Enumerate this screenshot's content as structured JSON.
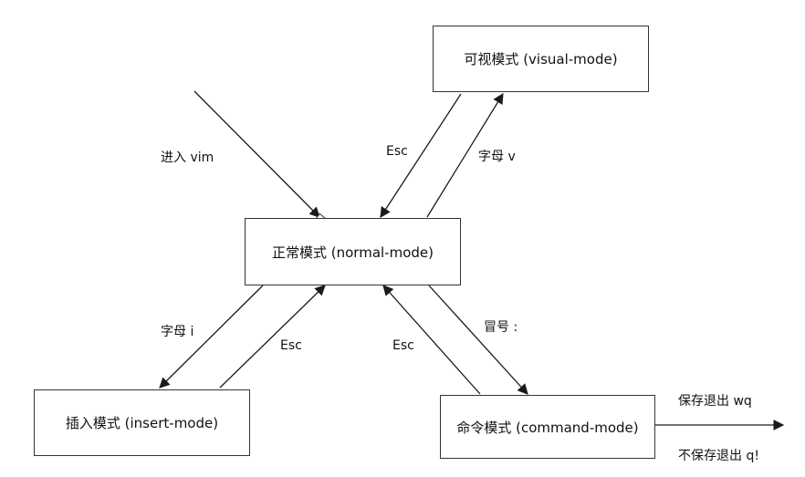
{
  "nodes": {
    "visual": "可视模式 (visual-mode)",
    "normal": "正常模式 (normal-mode)",
    "insert": "插入模式 (insert-mode)",
    "command": "命令模式 (command-mode)"
  },
  "edge_labels": {
    "enter_vim": "进入 vim",
    "visual_to_normal": "Esc",
    "normal_to_visual": "字母 v",
    "normal_to_insert": "字母 i",
    "insert_to_normal": "Esc",
    "command_to_normal": "Esc",
    "normal_to_command": "冒号 :",
    "save_quit": "保存退出 wq",
    "quit_no_save": "不保存退出 q!"
  },
  "colors": {
    "line": "#1a1a1a",
    "box_border": "#333333",
    "text": "#111111"
  }
}
